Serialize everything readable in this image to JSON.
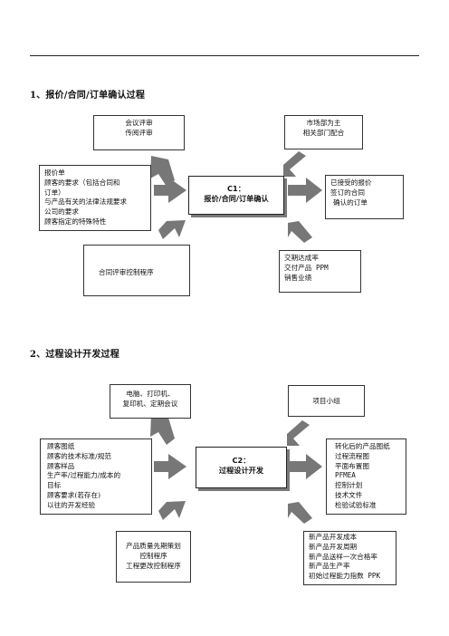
{
  "section1": {
    "heading": "1、报价/合同/订单确认过程",
    "top_left": [
      "会议评审",
      "传阅评审"
    ],
    "top_right": [
      "市场部为主",
      "相关部门配合"
    ],
    "left": [
      "报价单",
      "顾客的要求（包括合同和",
      "订单）",
      "与产品有关的法律法规要求",
      "公司的要求",
      "顾客指定的特殊特性"
    ],
    "center": [
      "C1：",
      "报价/合同/订单确认"
    ],
    "right": [
      "已接受的报价",
      "签订的合同",
      "确认的订单"
    ],
    "bottom_left": [
      "合同评审控制程序"
    ],
    "bottom_right": [
      "交期达成率",
      "交付产品 PPM",
      "销售业绩"
    ]
  },
  "section2": {
    "heading": "2、过程设计开发过程",
    "top_left": [
      "电脑、打印机、",
      "复印机、定期会议"
    ],
    "top_right": [
      "项目小组"
    ],
    "left": [
      "顾客图纸",
      "顾客的技术标准/规范",
      "顾客样品",
      "生产率/过程能力/成本的",
      "目标",
      "顾客要求(若存在)",
      "以往的开发经验"
    ],
    "center": [
      "C2：",
      "过程设计开发"
    ],
    "right": [
      "转化后的产品图纸",
      "过程流程图",
      "平面布置图",
      "PFMEA",
      "控制计划",
      "技术文件",
      "检验试验标准"
    ],
    "bottom_left": [
      "产品质量先期策划",
      "控制程序",
      "工程更改控制程序"
    ],
    "bottom_right": [
      "新产品开发成本",
      "新产品开发周期",
      "新产品送样一次合格率",
      "新产品生产率",
      "初始过程能力指数 PPK"
    ]
  }
}
